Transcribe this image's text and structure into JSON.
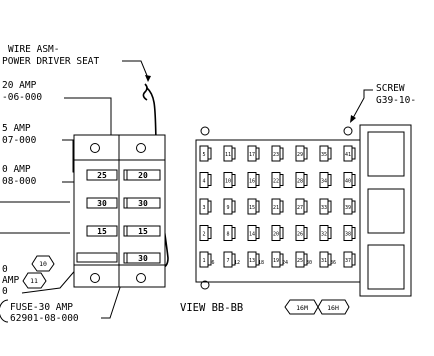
{
  "callouts": {
    "wire_line1": "WIRE ASM-",
    "wire_line2": "POWER DRIVER SEAT",
    "amp20_line1": "20 AMP",
    "amp20_line2": "-06-000",
    "amp25_line1": "5 AMP",
    "amp25_line2": "07-000",
    "amp30_line1": "0 AMP",
    "amp30_line2": "08-000",
    "left_frag_1": "0",
    "left_frag_2": "AMP",
    "left_frag_3": "0",
    "fuse30_line1": "FUSE-30 AMP",
    "fuse30_line2": "62901-08-000",
    "screw_line1": "SCREW",
    "screw_line2": "G39-10-"
  },
  "circled_refs": [
    "10",
    "11"
  ],
  "view": {
    "label": "VIEW BB-BB",
    "tags": [
      "16M",
      "16H"
    ]
  },
  "fuse_block": {
    "left_col": [
      "25",
      "30",
      "15",
      ""
    ],
    "right_col": [
      "20",
      "30",
      "15",
      "30"
    ]
  },
  "terminal_columns": [
    [
      "5",
      "4",
      "3",
      "2",
      "1"
    ],
    [
      "11",
      "10",
      "9",
      "8",
      "7"
    ],
    [
      "17",
      "16",
      "15",
      "14",
      "13"
    ],
    [
      "23",
      "22",
      "21",
      "20",
      "19"
    ],
    [
      "29",
      "28",
      "27",
      "26",
      "25"
    ],
    [
      "35",
      "34",
      "33",
      "32",
      "31"
    ],
    [
      "41",
      "40",
      "39",
      "38",
      "37"
    ]
  ],
  "terminal_columns_inner": [
    [
      "",
      "",
      "",
      "",
      "6"
    ],
    [
      "",
      "",
      "",
      "",
      "12"
    ],
    [
      "",
      "",
      "",
      "",
      "18"
    ],
    [
      "",
      "",
      "",
      "",
      "24"
    ],
    [
      "",
      "",
      "",
      "",
      "30"
    ],
    [
      "",
      "",
      "",
      "",
      "36"
    ],
    [
      "",
      "",
      "",
      "",
      ""
    ]
  ]
}
